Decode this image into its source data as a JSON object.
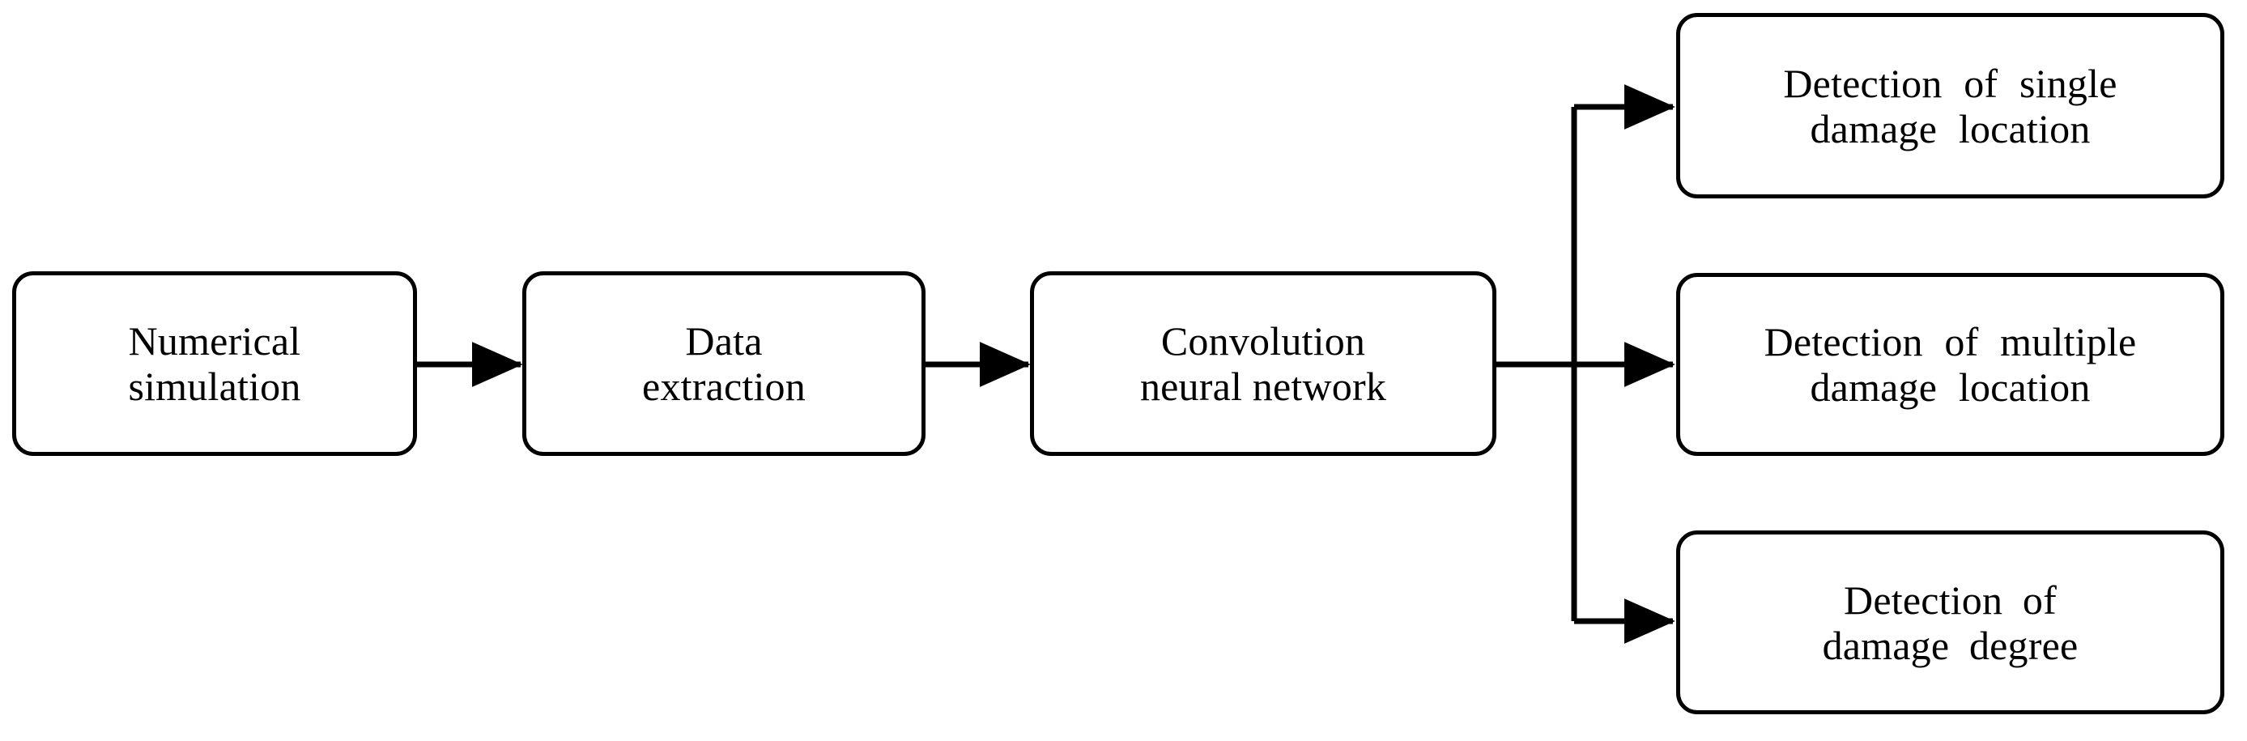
{
  "diagram": {
    "title": "Damage detection workflow flowchart",
    "stroke_color": "#000000",
    "background_color": "#ffffff",
    "nodes": [
      {
        "id": "numerical-simulation",
        "label": "Numerical\nsimulation"
      },
      {
        "id": "data-extraction",
        "label": "Data\nextraction"
      },
      {
        "id": "cnn",
        "label": "Convolution\nneural network"
      },
      {
        "id": "single-damage",
        "label": "Detection of single\ndamage location"
      },
      {
        "id": "multiple-damage",
        "label": "Detection of multiple\ndamage location"
      },
      {
        "id": "damage-degree",
        "label": "Detection of\ndamage degree"
      }
    ],
    "edges": [
      {
        "id": "edge-sim-to-extraction",
        "from": "numerical-simulation",
        "to": "data-extraction",
        "style": "straight-arrow"
      },
      {
        "id": "edge-extraction-to-cnn",
        "from": "data-extraction",
        "to": "cnn",
        "style": "straight-arrow"
      },
      {
        "id": "edge-cnn-to-single",
        "from": "cnn",
        "to": "single-damage",
        "style": "elbow-arrow-up"
      },
      {
        "id": "edge-cnn-to-multiple",
        "from": "cnn",
        "to": "multiple-damage",
        "style": "straight-arrow"
      },
      {
        "id": "edge-cnn-to-degree",
        "from": "cnn",
        "to": "damage-degree",
        "style": "elbow-arrow-down"
      }
    ]
  }
}
